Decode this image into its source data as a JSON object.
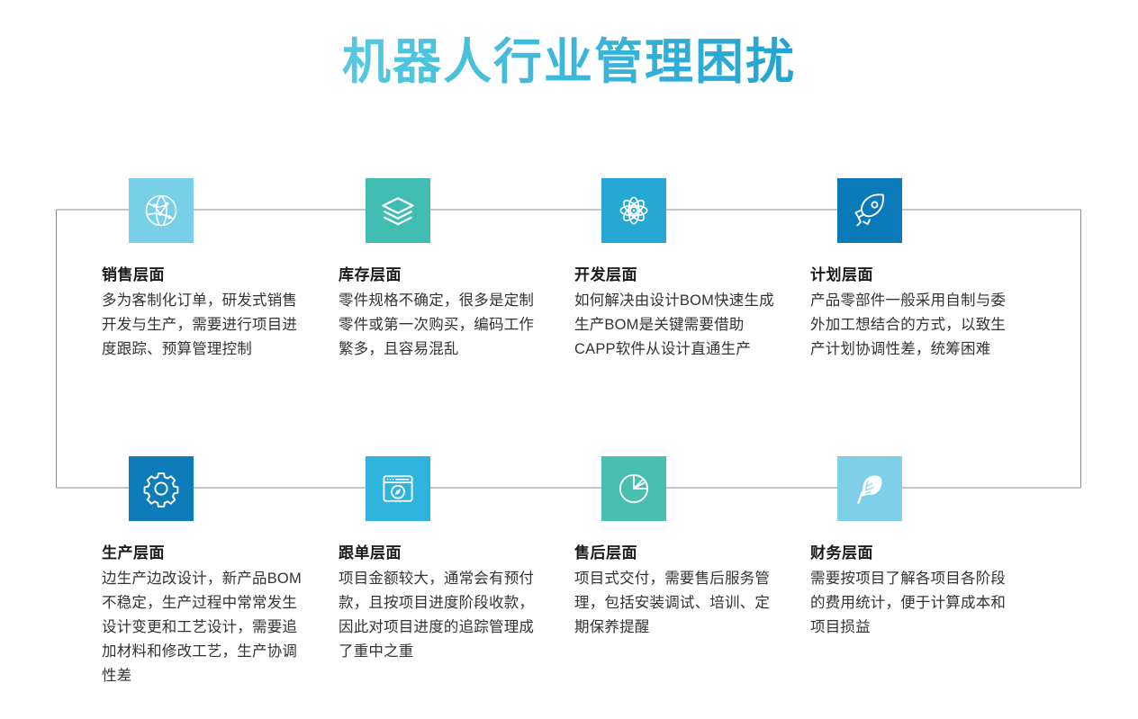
{
  "title": "机器人行业管理困扰",
  "theme": {
    "title_gradient_from": "#7ed8e8",
    "title_gradient_to": "#1184bd",
    "connector_line": "#8c8c8c",
    "heading_color": "#1a1a1a",
    "body_color": "#333333"
  },
  "cards": [
    {
      "id": "sales",
      "icon": "globe-network-icon",
      "icon_bg": "#78cfe8",
      "title": "销售层面",
      "body": "多为客制化订单，研发式销售开发与生产，需要进行项目进度跟踪、预算管理控制"
    },
    {
      "id": "inventory",
      "icon": "layers-stack-icon",
      "icon_bg": "#41bcb3",
      "title": "库存层面",
      "body": "零件规格不确定，很多是定制零件或第一次购买，编码工作繁多，且容易混乱"
    },
    {
      "id": "development",
      "icon": "atom-icon",
      "icon_bg": "#27a7d3",
      "title": "开发层面",
      "body": "如何解决由设计BOM快速生成生产BOM是关键需要借助CAPP软件从设计直通生产"
    },
    {
      "id": "planning",
      "icon": "rocket-icon",
      "icon_bg": "#0b7ab8",
      "title": "计划层面",
      "body": "产品零部件一般采用自制与委外加工想结合的方式，以致生产计划协调性差，统筹困难"
    },
    {
      "id": "production",
      "icon": "gear-icon",
      "icon_bg": "#0f7cba",
      "title": "生产层面",
      "body": "边生产边改设计，新产品BOM不稳定，生产过程中常常发生设计变更和工艺设计，需要追加材料和修改工艺，生产协调性差"
    },
    {
      "id": "order-tracking",
      "icon": "browser-compass-icon",
      "icon_bg": "#2fb4dd",
      "title": "跟单层面",
      "body": "项目金额较大，通常会有预付款，且按项目进度阶段收款，因此对项目进度的追踪管理成了重中之重"
    },
    {
      "id": "after-sales",
      "icon": "pie-chart-icon",
      "icon_bg": "#49bfb4",
      "title": "售后层面",
      "body": "项目式交付，需要售后服务管理，包括安装调试、培训、定期保养提醒"
    },
    {
      "id": "finance",
      "icon": "feather-icon",
      "icon_bg": "#7ed0e8",
      "title": "财务层面",
      "body": "需要按项目了解各项目各阶段的费用统计，便于计算成本和项目损益"
    }
  ]
}
